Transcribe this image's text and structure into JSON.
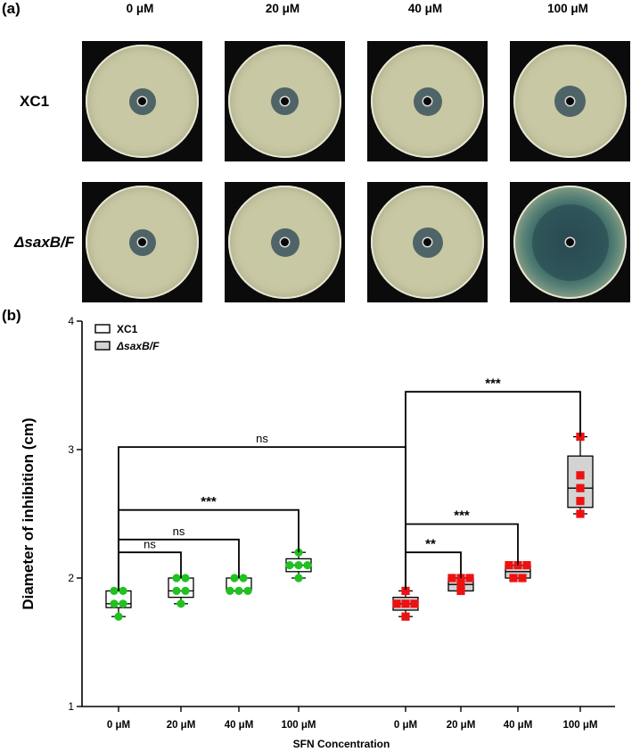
{
  "panel_a": {
    "label": "(a)",
    "columns": [
      "0 μM",
      "20 μM",
      "40 μM",
      "100 μM"
    ],
    "rows": [
      "XC1",
      "ΔsaxB/F"
    ],
    "zone_diameters_cm": [
      [
        1.8,
        1.9,
        1.95,
        2.1
      ],
      [
        1.8,
        1.95,
        2.05,
        2.75
      ]
    ]
  },
  "panel_b": {
    "label": "(b)"
  },
  "chart_data": {
    "type": "box",
    "ylabel": "Diameter of inhibition (cm)",
    "xlabel": "SFN Concentration",
    "ylim": [
      1,
      4
    ],
    "yticks": [
      "1",
      "2",
      "3",
      "4"
    ],
    "legend": {
      "position": "top-left",
      "entries": [
        "XC1",
        "ΔsaxB/F"
      ]
    },
    "categories": [
      "0 μM",
      "20 μM",
      "40 μM",
      "100 μM"
    ],
    "series": [
      {
        "name": "XC1",
        "box_color": "#ffffff",
        "point_color": "#1fc21f",
        "point_shape": "circle",
        "boxes": [
          {
            "min": 1.7,
            "q1": 1.77,
            "median": 1.8,
            "q3": 1.9,
            "max": 1.9,
            "points": [
              1.7,
              1.8,
              1.8,
              1.9,
              1.9
            ]
          },
          {
            "min": 1.8,
            "q1": 1.85,
            "median": 1.9,
            "q3": 2.0,
            "max": 2.0,
            "points": [
              1.8,
              1.9,
              1.9,
              2.0,
              2.0
            ]
          },
          {
            "min": 1.9,
            "q1": 1.9,
            "median": 1.9,
            "q3": 2.0,
            "max": 2.0,
            "points": [
              1.9,
              1.9,
              1.9,
              2.0,
              2.0
            ]
          },
          {
            "min": 2.0,
            "q1": 2.05,
            "median": 2.1,
            "q3": 2.15,
            "max": 2.2,
            "points": [
              2.0,
              2.1,
              2.1,
              2.1,
              2.2
            ]
          }
        ]
      },
      {
        "name": "ΔsaxB/F",
        "box_color": "#d3d3d3",
        "point_color": "#ee1111",
        "point_shape": "square",
        "boxes": [
          {
            "min": 1.7,
            "q1": 1.75,
            "median": 1.8,
            "q3": 1.85,
            "max": 1.9,
            "points": [
              1.7,
              1.8,
              1.8,
              1.8,
              1.9
            ]
          },
          {
            "min": 1.9,
            "q1": 1.9,
            "median": 1.95,
            "q3": 2.0,
            "max": 2.0,
            "points": [
              1.9,
              1.95,
              2.0,
              2.0,
              2.0
            ]
          },
          {
            "min": 2.0,
            "q1": 2.0,
            "median": 2.05,
            "q3": 2.1,
            "max": 2.1,
            "points": [
              2.0,
              2.0,
              2.1,
              2.1,
              2.1
            ]
          },
          {
            "min": 2.5,
            "q1": 2.55,
            "median": 2.7,
            "q3": 2.95,
            "max": 3.1,
            "points": [
              2.5,
              2.6,
              2.7,
              2.8,
              3.1
            ]
          }
        ]
      }
    ],
    "significance": [
      {
        "from": [
          0,
          0
        ],
        "to": [
          0,
          1
        ],
        "label": "ns"
      },
      {
        "from": [
          0,
          0
        ],
        "to": [
          0,
          2
        ],
        "label": "ns"
      },
      {
        "from": [
          0,
          0
        ],
        "to": [
          0,
          3
        ],
        "label": "***"
      },
      {
        "from": [
          0,
          0
        ],
        "to": [
          1,
          0
        ],
        "label": "ns"
      },
      {
        "from": [
          1,
          0
        ],
        "to": [
          1,
          1
        ],
        "label": "**"
      },
      {
        "from": [
          1,
          0
        ],
        "to": [
          1,
          2
        ],
        "label": "***"
      },
      {
        "from": [
          1,
          0
        ],
        "to": [
          1,
          3
        ],
        "label": "***"
      }
    ]
  }
}
